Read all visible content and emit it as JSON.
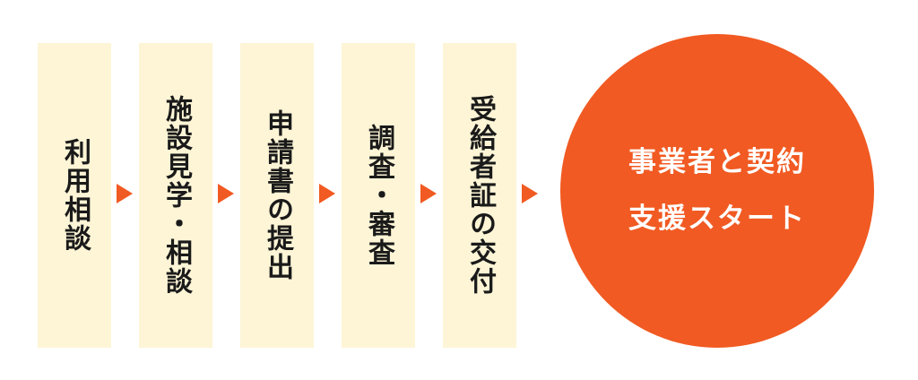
{
  "flow": {
    "steps": [
      {
        "label": "利用相談"
      },
      {
        "label": "施設見学・相談"
      },
      {
        "label": "申請書の提出"
      },
      {
        "label": "調査・審査"
      },
      {
        "label": "受給者証の交付"
      }
    ],
    "goal": {
      "line1": "事業者と契約",
      "line2": "支援スタート"
    }
  },
  "colors": {
    "step_background": "#fdf5d6",
    "accent": "#f15a22",
    "step_text": "#1a1a1a",
    "goal_text": "#ffffff"
  }
}
